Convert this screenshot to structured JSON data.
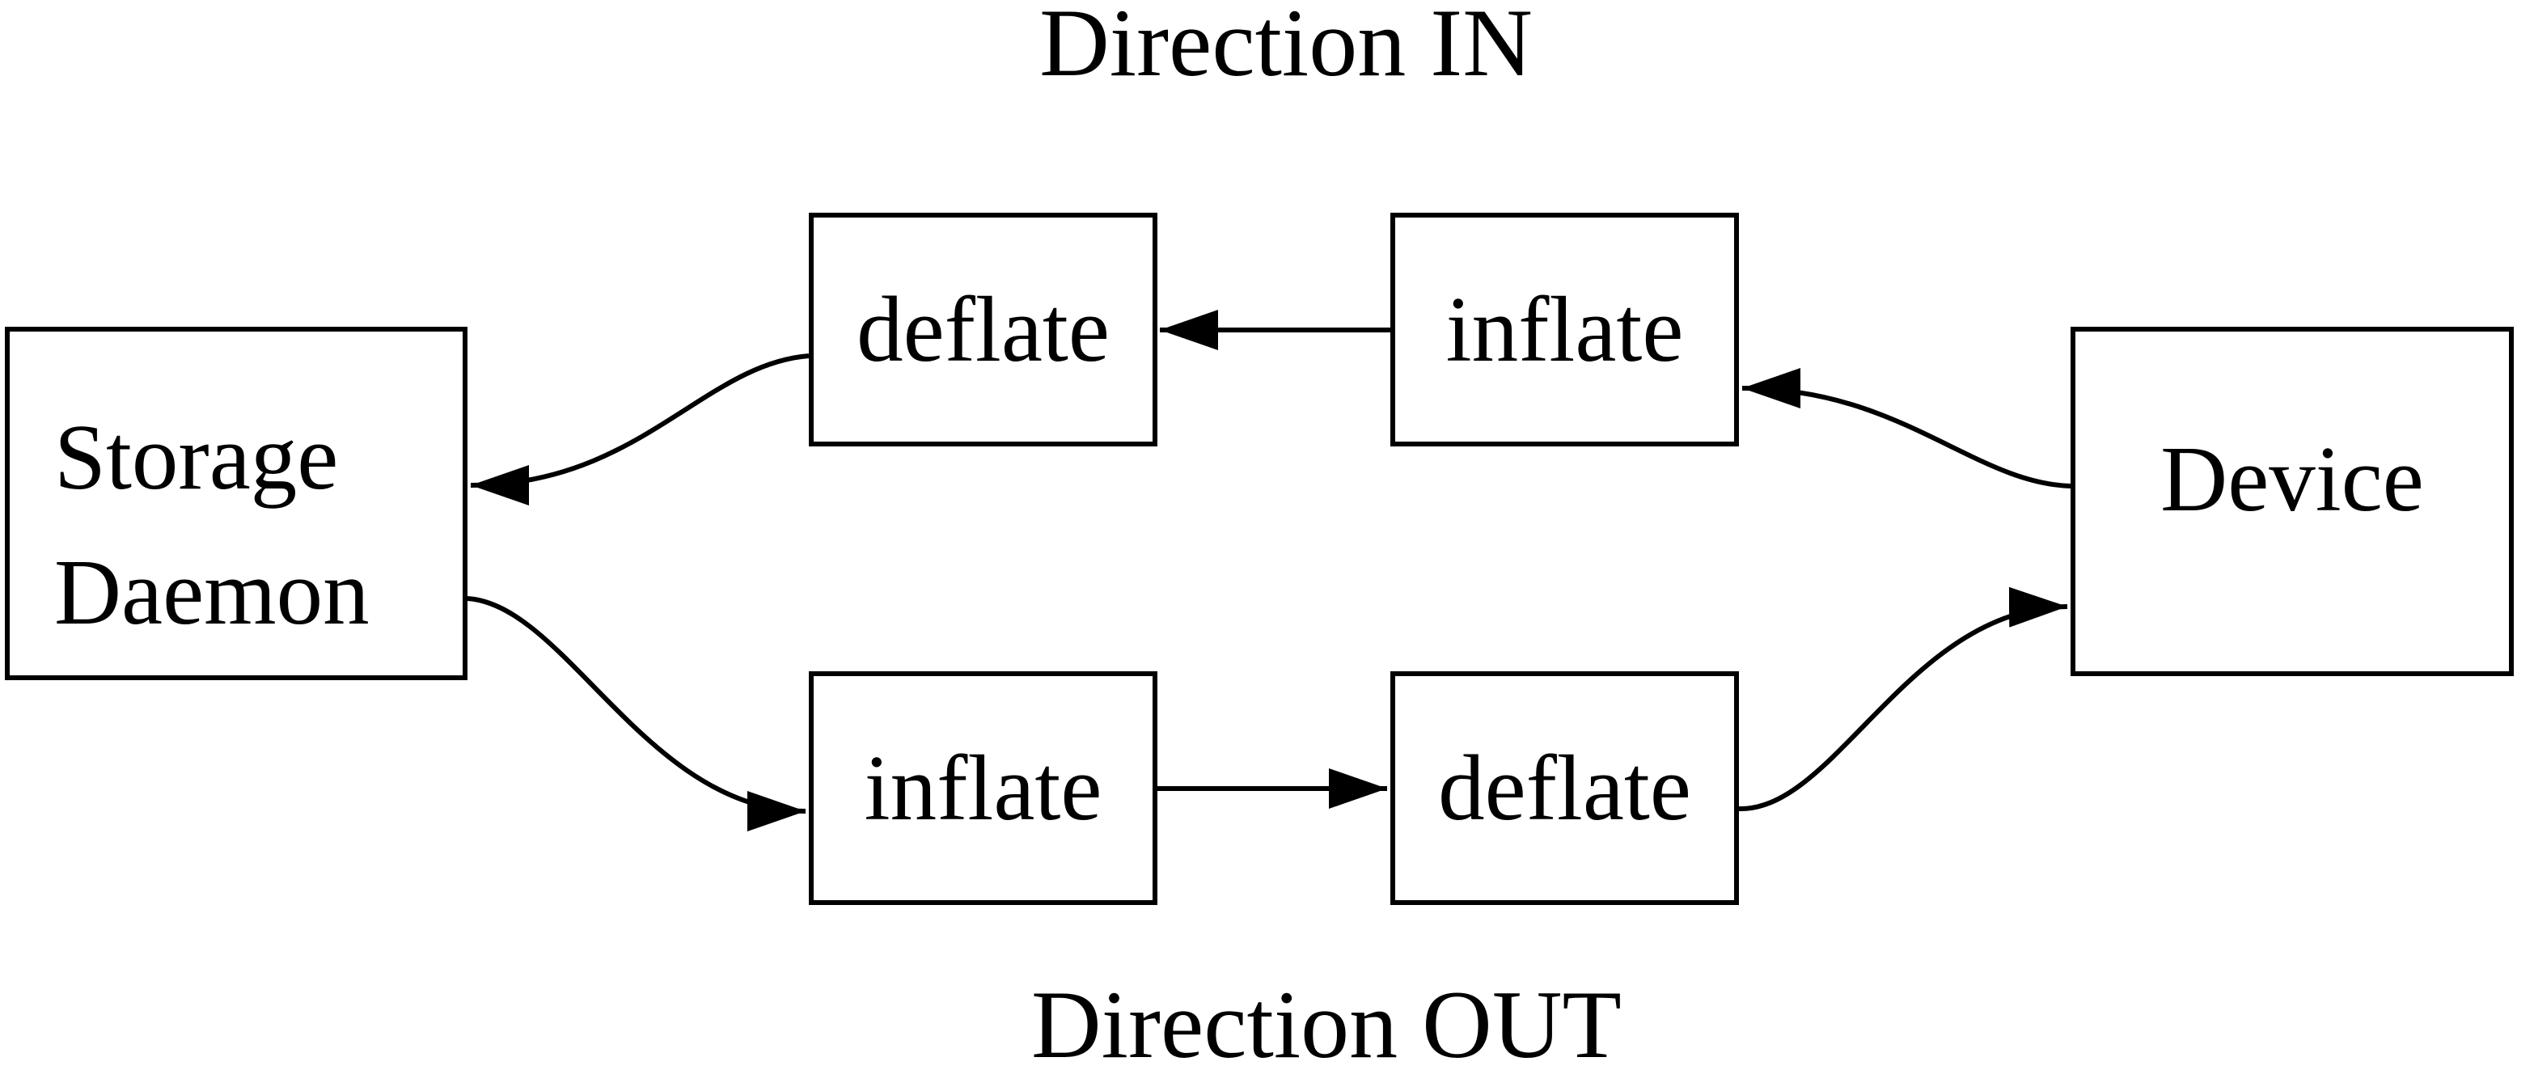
{
  "diagram": {
    "labels": {
      "direction_in": "Direction IN",
      "direction_out": "Direction OUT"
    },
    "nodes": {
      "storage_daemon": {
        "line1": "Storage",
        "line2": "Daemon"
      },
      "deflate_in": {
        "label": "deflate"
      },
      "inflate_in": {
        "label": "inflate"
      },
      "inflate_out": {
        "label": "inflate"
      },
      "deflate_out": {
        "label": "deflate"
      },
      "device": {
        "label": "Device"
      }
    },
    "edges": [
      {
        "from": "device",
        "to": "inflate_in",
        "direction": "IN"
      },
      {
        "from": "inflate_in",
        "to": "deflate_in",
        "direction": "IN"
      },
      {
        "from": "deflate_in",
        "to": "storage_daemon",
        "direction": "IN"
      },
      {
        "from": "storage_daemon",
        "to": "inflate_out",
        "direction": "OUT"
      },
      {
        "from": "inflate_out",
        "to": "deflate_out",
        "direction": "OUT"
      },
      {
        "from": "deflate_out",
        "to": "device",
        "direction": "OUT"
      }
    ],
    "colors": {
      "stroke": "#000000",
      "text": "#000000",
      "background": "#ffffff"
    }
  }
}
